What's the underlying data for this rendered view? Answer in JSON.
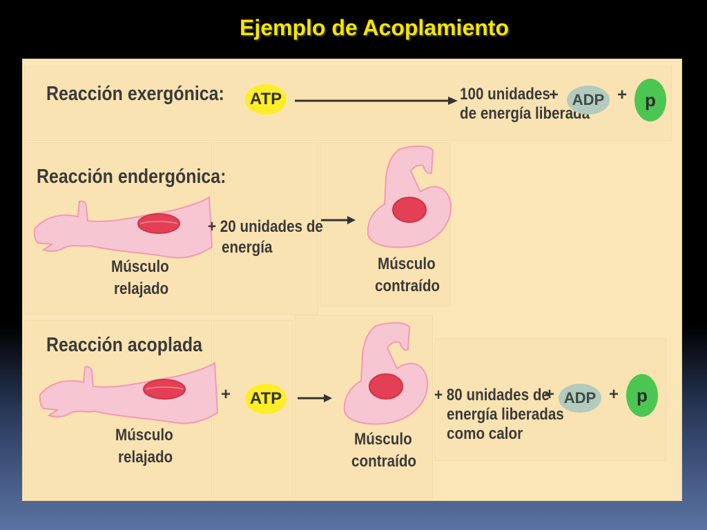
{
  "title": "Ejemplo de Acoplamiento",
  "row1": {
    "heading": "Reacción exergónica:",
    "reactant": "ATP",
    "energy_line1": "100 unidades",
    "energy_line2": "de energía liberada",
    "plus": "+",
    "product1": "ADP",
    "product2": "p"
  },
  "row2": {
    "heading": "Reacción endergónica:",
    "left_label_line1": "Músculo",
    "left_label_line2": "relajado",
    "energy_line1": "+ 20 unidades de",
    "energy_line2": "energía",
    "right_label_line1": "Músculo",
    "right_label_line2": "contraído"
  },
  "row3": {
    "heading": "Reacción acoplada",
    "left_label_line1": "Músculo",
    "left_label_line2": "relajado",
    "plus": "+",
    "reactant": "ATP",
    "right_label_line1": "Músculo",
    "right_label_line2": "contraído",
    "energy_line1": "+ 80 unidades de",
    "energy_line2": "energía liberadas",
    "energy_line3": "como calor",
    "product1": "ADP",
    "product2": "p"
  }
}
